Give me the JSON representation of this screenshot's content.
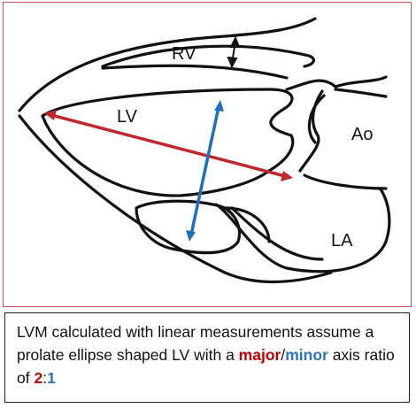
{
  "diagram": {
    "labels": {
      "rv": "RV",
      "lv": "LV",
      "ao": "Ao",
      "la": "LA"
    },
    "colors": {
      "major_axis": "#c0282d",
      "minor_axis": "#1f6fbe",
      "outline": "#111111",
      "frame": "#c0504d"
    }
  },
  "caption": {
    "part1": "LVM calculated with linear measurements assume a prolate ellipse shaped LV with a ",
    "major": "major",
    "slash": "/",
    "minor": "minor",
    "part2": " axis ratio of ",
    "ratio_major": "2",
    "colon": ":",
    "ratio_minor": "1"
  }
}
